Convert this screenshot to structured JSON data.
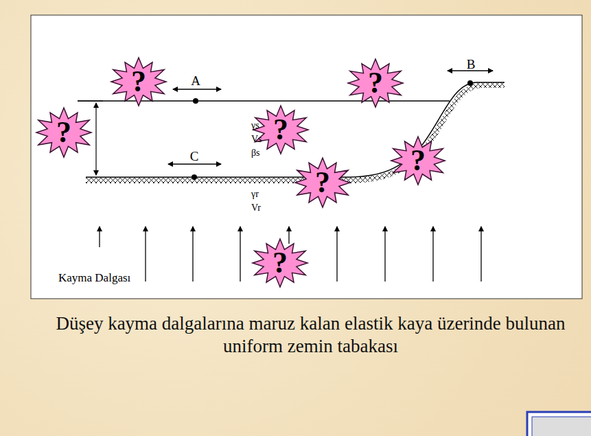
{
  "diagram": {
    "caption": "Düşey kayma dalgalarına maruz kalan elastik kaya üzerinde bulunan uniform zemin tabakası",
    "nodes": [
      {
        "text": [
          "?"
        ]
      },
      {
        "text": [
          "?"
        ]
      },
      {
        "text": [
          "?"
        ]
      },
      {
        "text": [
          "?"
        ]
      },
      {
        "text": [
          "?"
        ]
      },
      {
        "text": [
          "?"
        ]
      },
      {
        "text": [
          "?"
        ]
      }
    ],
    "labels": [
      "A",
      "B",
      "C",
      "γs",
      "Vs",
      "βs",
      "γr",
      "Vr",
      "Kayma Dalgası"
    ]
  }
}
